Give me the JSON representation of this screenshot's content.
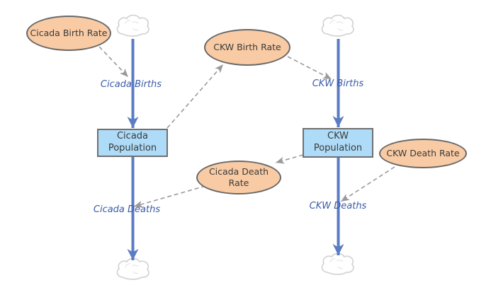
{
  "diagram": {
    "type": "stock-and-flow",
    "stocks": [
      {
        "name": "cicada-population",
        "lines": [
          "Cicada",
          "Population"
        ]
      },
      {
        "name": "ckw-population",
        "lines": [
          "CKW",
          "Population"
        ]
      }
    ],
    "variables": [
      {
        "name": "cicada-birth-rate",
        "lines": [
          "Cicada Birth Rate"
        ]
      },
      {
        "name": "ckw-birth-rate",
        "lines": [
          "CKW Birth Rate"
        ]
      },
      {
        "name": "cicada-death-rate",
        "lines": [
          "Cicada Death",
          "Rate"
        ]
      },
      {
        "name": "ckw-death-rate",
        "lines": [
          "CKW Death Rate"
        ]
      }
    ],
    "flows": [
      {
        "name": "cicada-births",
        "label": "Cicada Births",
        "from": "cloud",
        "to": "cicada-population"
      },
      {
        "name": "cicada-deaths",
        "label": "Cicada Deaths",
        "from": "cicada-population",
        "to": "cloud"
      },
      {
        "name": "ckw-births",
        "label": "CKW Births",
        "from": "cloud",
        "to": "ckw-population"
      },
      {
        "name": "ckw-deaths",
        "label": "CKW Deaths",
        "from": "ckw-population",
        "to": "cloud"
      }
    ],
    "connectors": [
      {
        "from": "cicada-birth-rate",
        "to": "cicada-births"
      },
      {
        "from": "cicada-population",
        "to": "ckw-birth-rate"
      },
      {
        "from": "ckw-birth-rate",
        "to": "ckw-births"
      },
      {
        "from": "ckw-population",
        "to": "cicada-death-rate"
      },
      {
        "from": "cicada-death-rate",
        "to": "cicada-deaths"
      },
      {
        "from": "ckw-death-rate",
        "to": "ckw-deaths"
      }
    ],
    "colors": {
      "flow": "#5b7cc2",
      "flow_label": "#3a5ba8",
      "stock_fill": "#aedbf7",
      "stock_border": "#707070",
      "var_fill": "#f9cba4",
      "var_border": "#686868",
      "connector": "#9a9a9a",
      "cloud_stroke": "#d4d4d4",
      "node_text": "#3a3a3a",
      "background": "#ffffff"
    }
  }
}
